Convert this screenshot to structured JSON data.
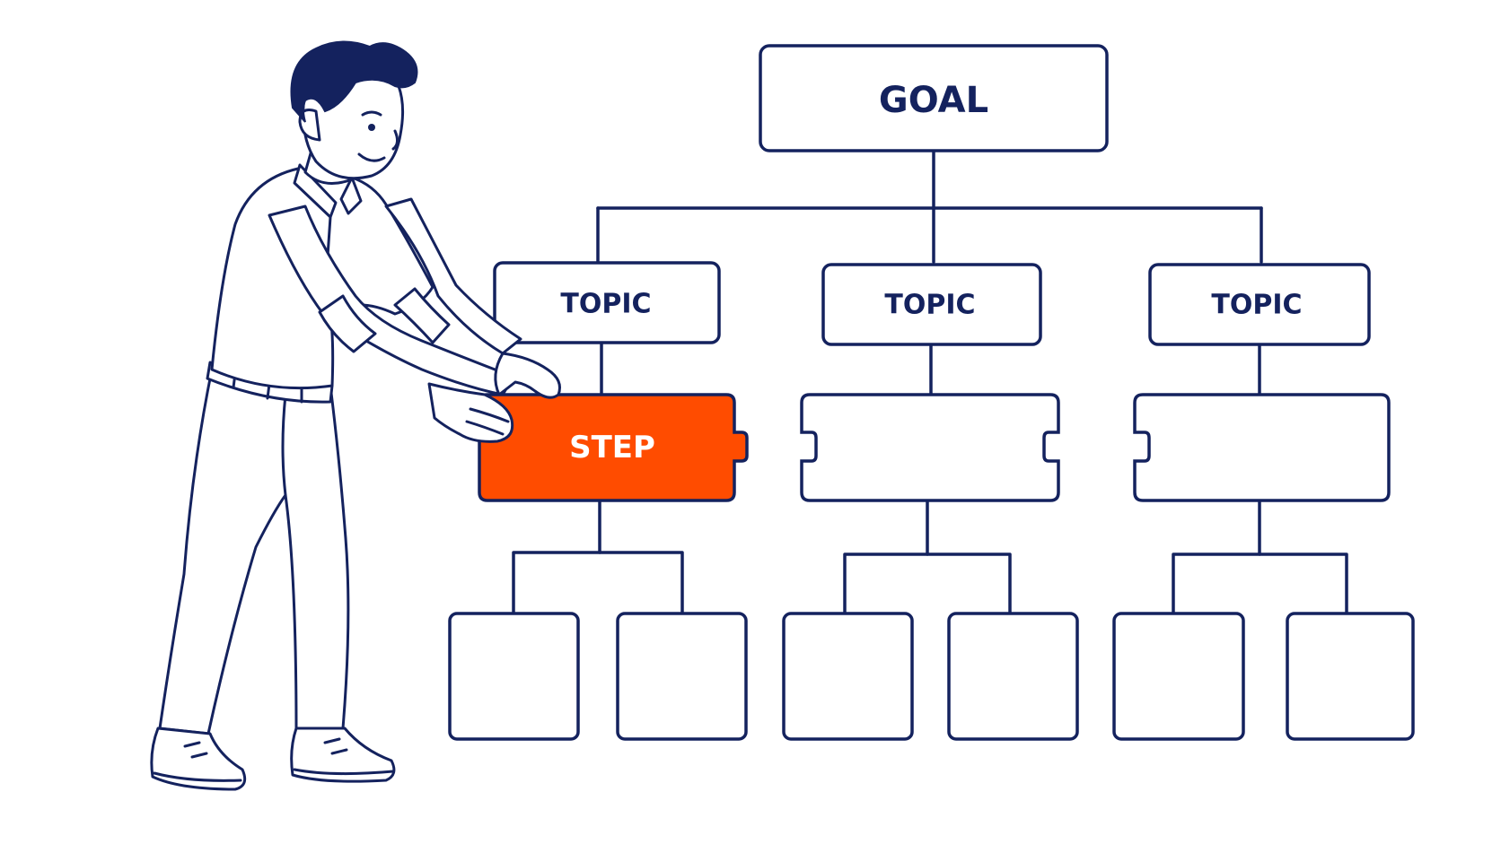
{
  "colors": {
    "ink": "#14225e",
    "accent": "#ff4c00",
    "background": "#ffffff"
  },
  "diagram": {
    "goal": {
      "label": "GOAL"
    },
    "topics": [
      {
        "label": "TOPIC"
      },
      {
        "label": "TOPIC"
      },
      {
        "label": "TOPIC"
      }
    ],
    "steps": [
      {
        "label": "STEP",
        "highlighted": true
      },
      {
        "label": "",
        "highlighted": false
      },
      {
        "label": "",
        "highlighted": false
      }
    ],
    "leaf_boxes_per_topic": 2
  },
  "illustration": {
    "figure": "person-placing-step-block"
  }
}
